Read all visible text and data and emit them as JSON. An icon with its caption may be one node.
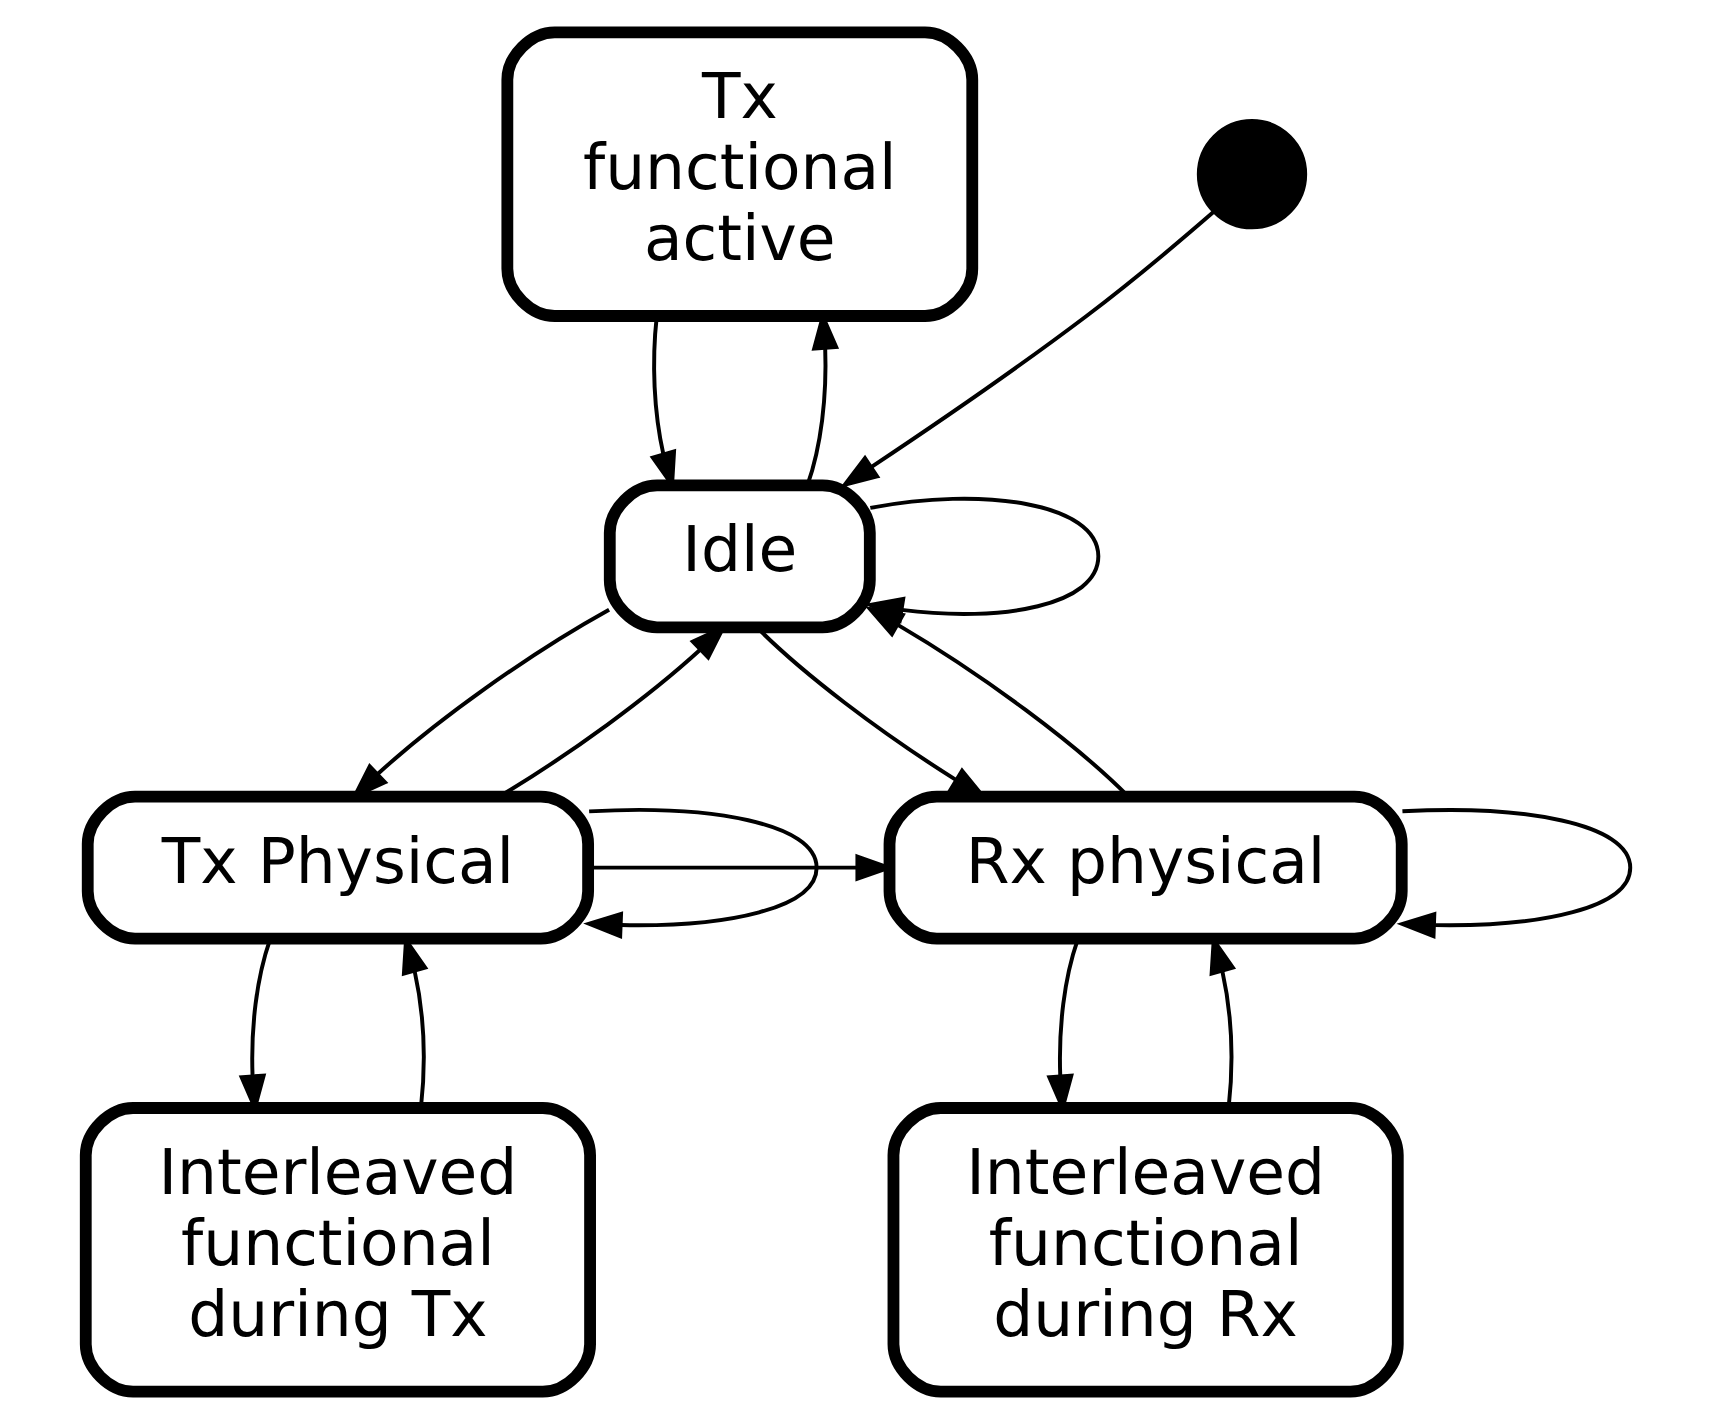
{
  "diagram": {
    "nodes": [
      {
        "text": [
          "Tx functional active"
        ]
      },
      {
        "text": [],
        "shape": "circle"
      },
      {
        "text": [
          "Idle"
        ]
      },
      {
        "text": [
          "Tx Physical"
        ]
      },
      {
        "text": [
          "Rx physical"
        ]
      },
      {
        "text": [
          "Interleaved functional during Tx"
        ]
      },
      {
        "text": [
          "Interleaved functional during Rx"
        ]
      }
    ],
    "edges": [
      {
        "from": 2,
        "to": 0,
        "arrow": "to"
      },
      {
        "from": 0,
        "to": 2,
        "arrow": "to"
      },
      {
        "from": 1,
        "to": 2,
        "arrow": "to"
      },
      {
        "from": 2,
        "to": 2,
        "arrow": "to"
      },
      {
        "from": 3,
        "to": 2,
        "arrow": "to"
      },
      {
        "from": 2,
        "to": 3,
        "arrow": "to"
      },
      {
        "from": 2,
        "to": 4,
        "arrow": "to"
      },
      {
        "from": 4,
        "to": 2,
        "arrow": "to"
      },
      {
        "from": 3,
        "to": 3,
        "arrow": "to"
      },
      {
        "from": 3,
        "to": 4,
        "arrow": "to"
      },
      {
        "from": 4,
        "to": 4,
        "arrow": "to"
      },
      {
        "from": 3,
        "to": 5,
        "arrow": "to"
      },
      {
        "from": 5,
        "to": 3,
        "arrow": "to"
      },
      {
        "from": 4,
        "to": 6,
        "arrow": "to"
      },
      {
        "from": 6,
        "to": 4,
        "arrow": "to"
      }
    ]
  }
}
